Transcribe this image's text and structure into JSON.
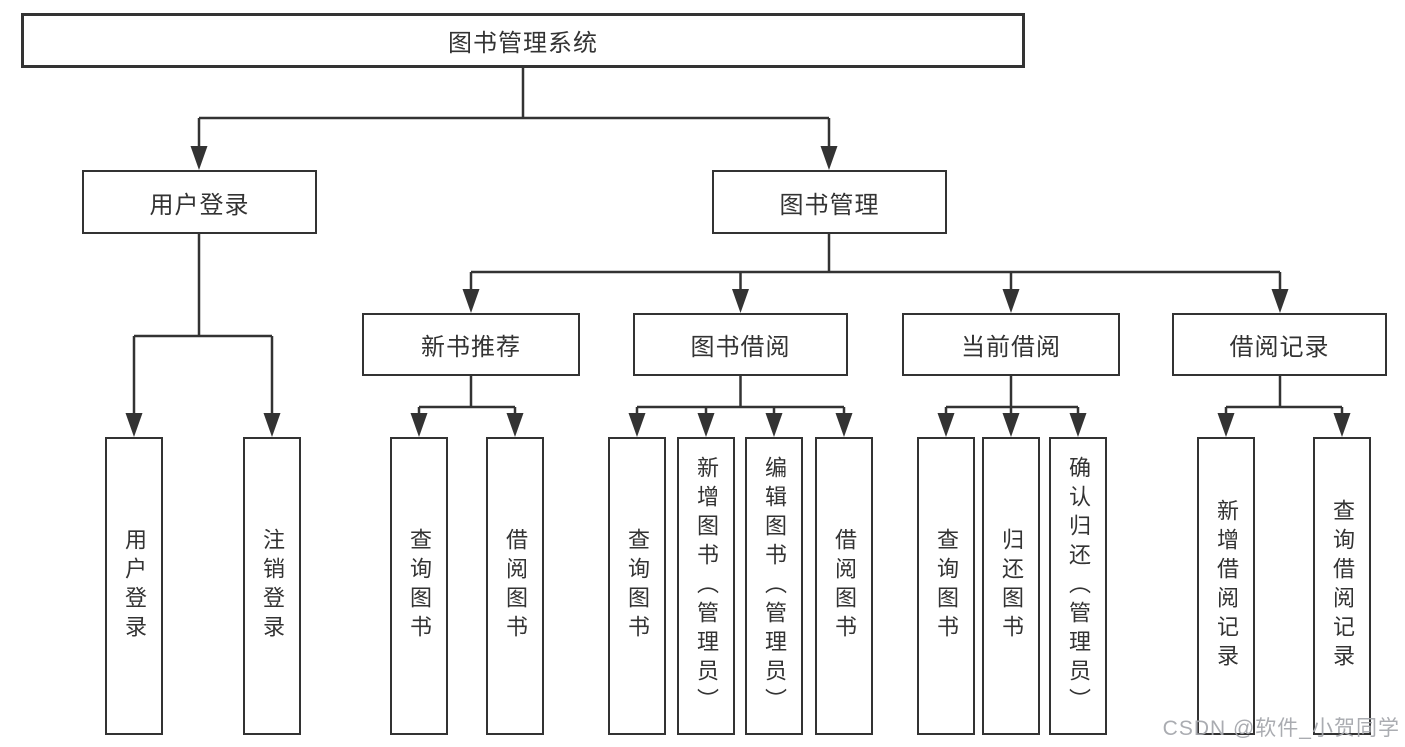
{
  "colors": {
    "line": "#333333",
    "box_border": "#333333",
    "text": "#333333",
    "background": "#ffffff",
    "watermark_text": "#a5a8ad"
  },
  "tree": {
    "root": {
      "label": "图书管理系统",
      "children": [
        {
          "label": "用户登录",
          "children": [
            {
              "label": "用户登录"
            },
            {
              "label": "注销登录"
            }
          ]
        },
        {
          "label": "图书管理",
          "children": [
            {
              "label": "新书推荐",
              "children": [
                {
                  "label": "查询图书"
                },
                {
                  "label": "借阅图书"
                }
              ]
            },
            {
              "label": "图书借阅",
              "children": [
                {
                  "label": "查询图书"
                },
                {
                  "label": "新增图书（管理员）"
                },
                {
                  "label": "编辑图书（管理员）"
                },
                {
                  "label": "借阅图书"
                }
              ]
            },
            {
              "label": "当前借阅",
              "children": [
                {
                  "label": "查询图书"
                },
                {
                  "label": "归还图书"
                },
                {
                  "label": "确认归还（管理员）"
                }
              ]
            },
            {
              "label": "借阅记录",
              "children": [
                {
                  "label": "新增借阅记录"
                },
                {
                  "label": "查询借阅记录"
                }
              ]
            }
          ]
        }
      ]
    }
  },
  "watermark": {
    "text": "CSDN @软件_小贺同学"
  }
}
